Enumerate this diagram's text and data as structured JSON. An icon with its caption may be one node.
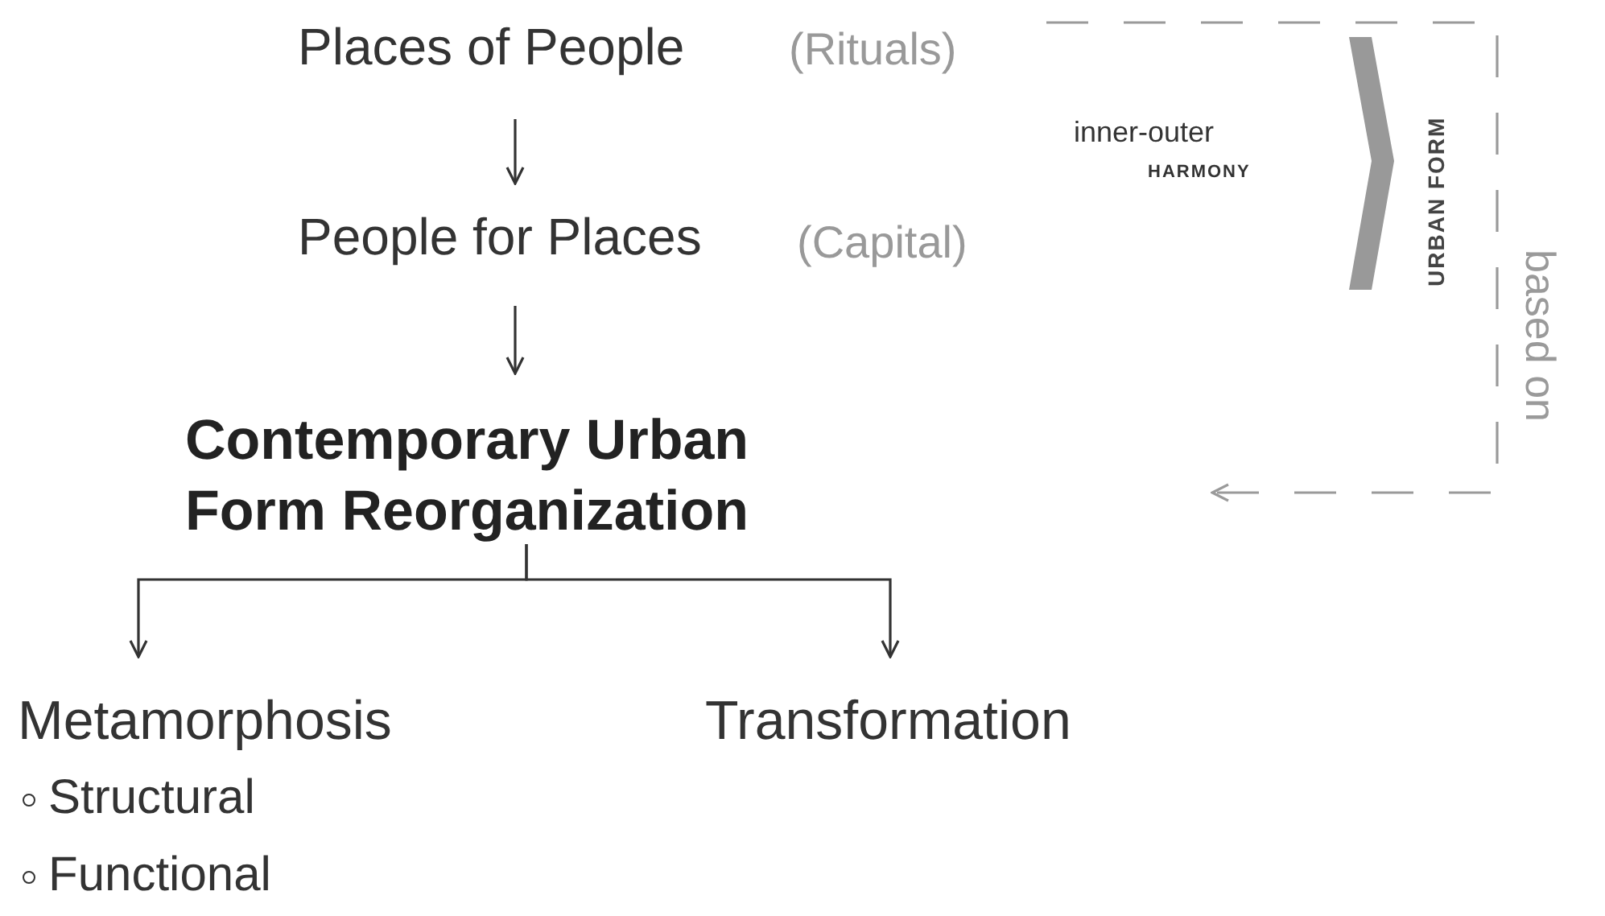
{
  "diagram": {
    "nodes": [
      {
        "text": [
          "Places of People"
        ],
        "beside": [
          "(Rituals)"
        ]
      },
      {
        "text": [
          "People for Places"
        ],
        "beside": [
          "(Capital)"
        ]
      },
      {
        "text": [
          "Contemporary Urban Form Reorganization"
        ]
      },
      {
        "text": [
          "Metamorphosis",
          "Structural",
          "Functional"
        ]
      },
      {
        "text": [
          "Transformation"
        ]
      }
    ],
    "edges": [
      {
        "from": 0,
        "to": 1,
        "arrow": "to"
      },
      {
        "from": 1,
        "to": 2,
        "arrow": "to"
      },
      {
        "from": 2,
        "to": 3,
        "arrow": "to"
      },
      {
        "from": 2,
        "to": 4,
        "arrow": "to"
      },
      {
        "from": 0,
        "to": null,
        "arrow": "to",
        "style": "dashed",
        "color": "#9a9a9a",
        "label": "based on"
      }
    ],
    "labels": [
      "inner-outer",
      "HARMONY",
      "URBAN FORM"
    ]
  }
}
